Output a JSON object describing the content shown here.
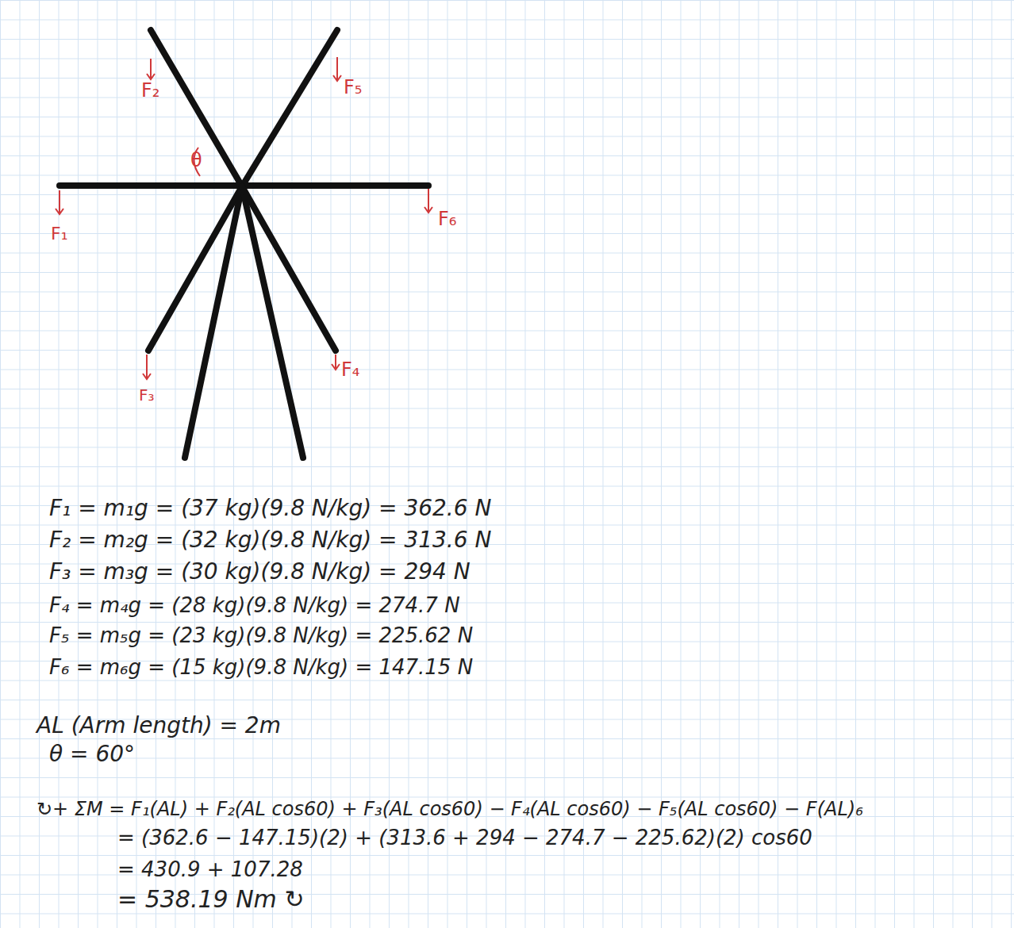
{
  "diagram": {
    "labels": [
      "F₂",
      "F₅",
      "θ",
      "F₁",
      "F₆",
      "F₃",
      "F₄",
      "F₁ = m₁g = (37 kg)(9.8 N/kg) = 362.6 N",
      "F₂ = m₂g = (32 kg)(9.8 N/kg) = 313.6 N",
      "F₃ = m₃g = (30 kg)(9.8 N/kg) = 294 N",
      "F₄ = m₄g = (28 kg)(9.8 N/kg) = 274.7 N",
      "F₅ = m₅g = (23 kg)(9.8 N/kg) = 225.62 N",
      "F₆ = m₆g = (15 kg)(9.8 N/kg) = 147.15 N",
      "AL (Arm length) = 2m",
      "θ = 60°",
      "↻+ ΣM = F₁(AL) + F₂(AL cos60) + F₃(AL cos60) − F₄(AL cos60) − F₅(AL cos60) − F(AL)₆",
      "= (362.6 − 147.15)(2) + (313.6 + 294 − 274.7 − 225.62)(2) cos60",
      "= 430.9 + 107.28",
      "= 538.19 Nm ↻"
    ]
  }
}
